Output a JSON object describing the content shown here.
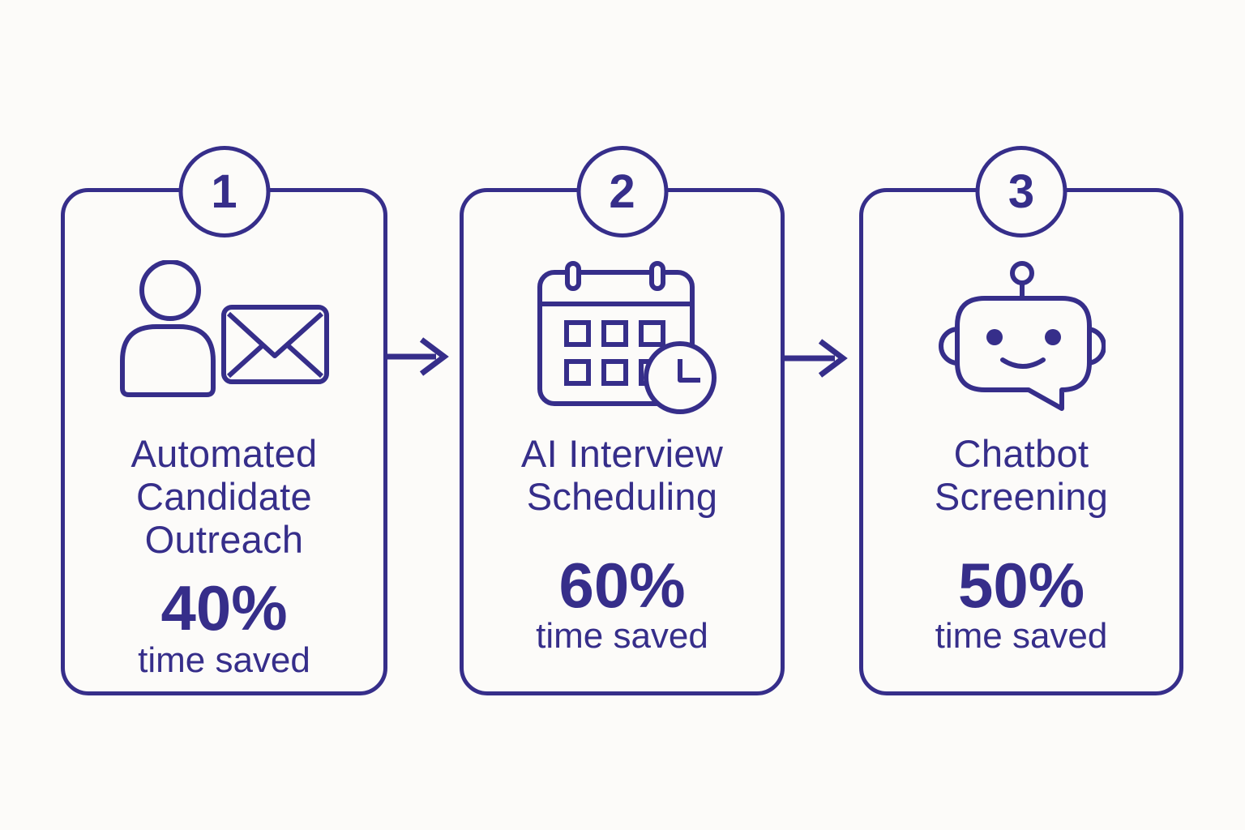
{
  "colors": {
    "ink": "#362E8A",
    "background": "#FCFBF9"
  },
  "steps": [
    {
      "number": "1",
      "icon": "person-envelope-icon",
      "title_lines": [
        "Automated",
        "Candidate",
        "Outreach"
      ],
      "percent": "40%",
      "caption": "time saved"
    },
    {
      "number": "2",
      "icon": "calendar-clock-icon",
      "title_lines": [
        "AI Interview",
        "Scheduling"
      ],
      "percent": "60%",
      "caption": "time saved"
    },
    {
      "number": "3",
      "icon": "chatbot-icon",
      "title_lines": [
        "Chatbot",
        "Screening"
      ],
      "percent": "50%",
      "caption": "time saved"
    }
  ],
  "connectors": [
    {
      "icon": "arrow-right-icon"
    },
    {
      "icon": "arrow-right-icon"
    }
  ]
}
